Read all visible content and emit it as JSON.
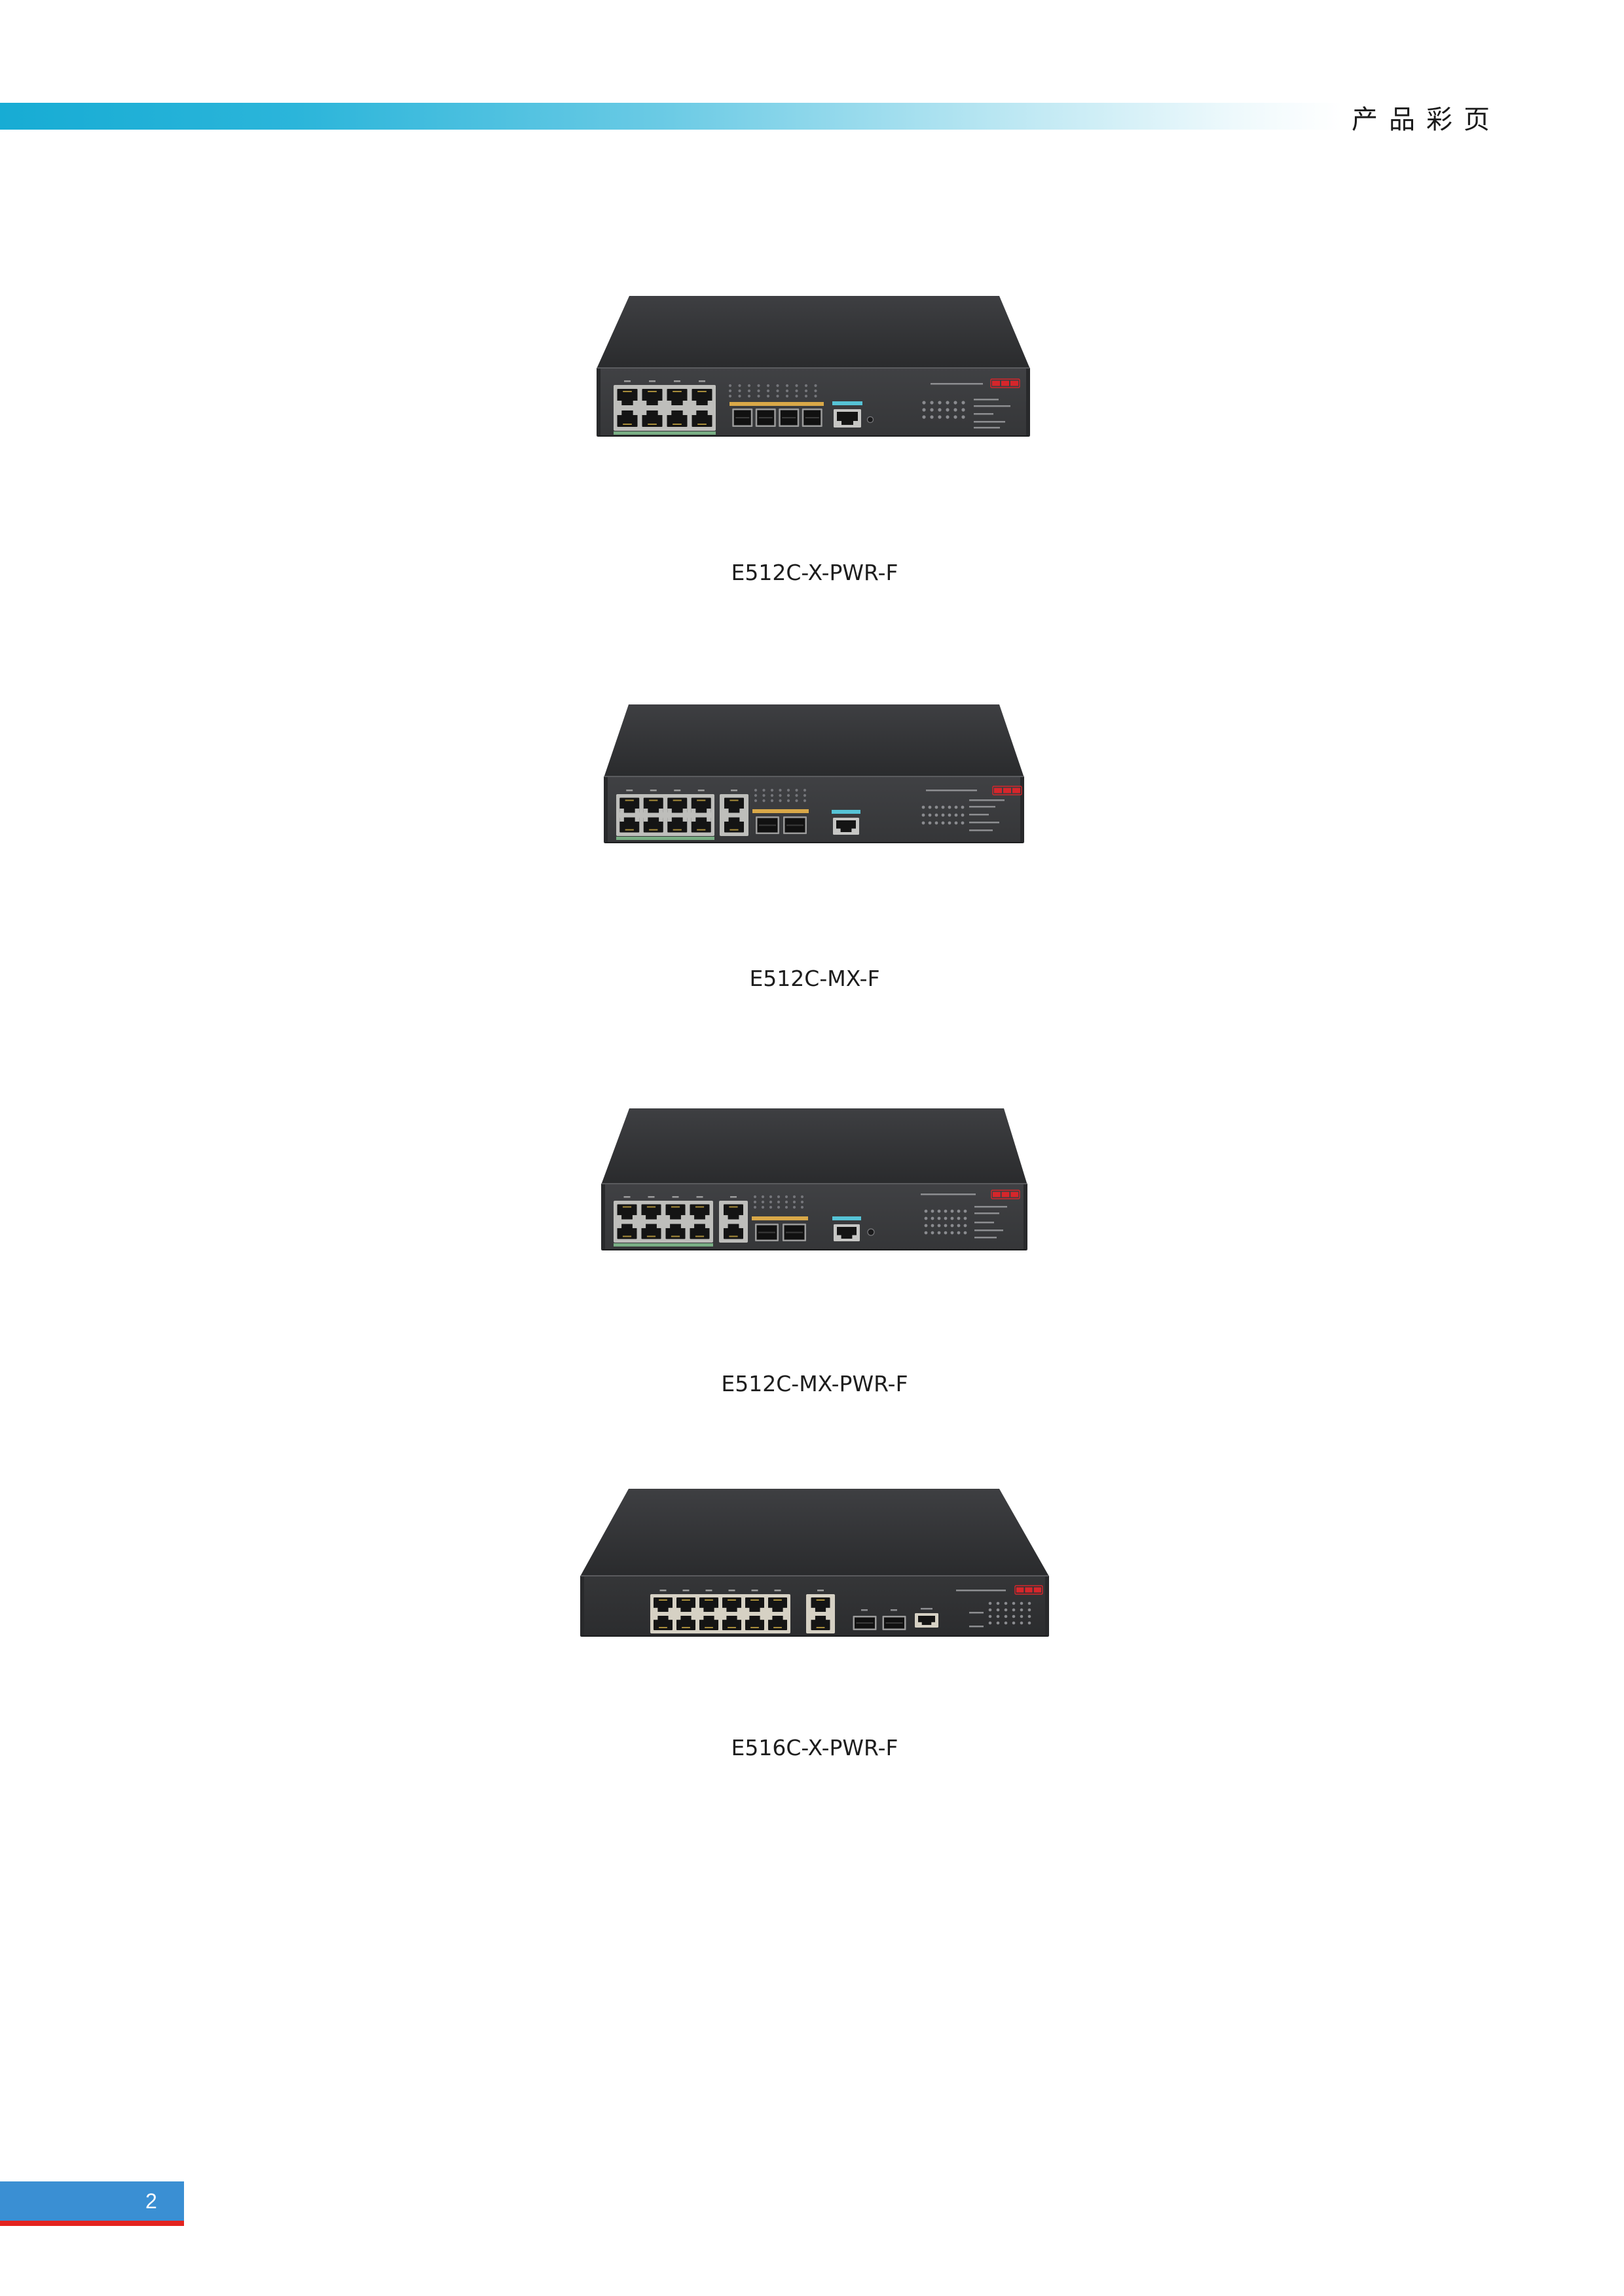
{
  "header": {
    "title": "产品彩页"
  },
  "products": [
    {
      "label": "E512C-X-PWR-F"
    },
    {
      "label": "E512C-MX-F"
    },
    {
      "label": "E512C-MX-PWR-F"
    },
    {
      "label": "E516C-X-PWR-F"
    }
  ],
  "footer": {
    "page_number": "2"
  },
  "colors": {
    "header_accent": "#17acd4",
    "footer_blue": "#3a8fd3",
    "footer_red": "#e3231f",
    "logo_red": "#d7262b"
  }
}
